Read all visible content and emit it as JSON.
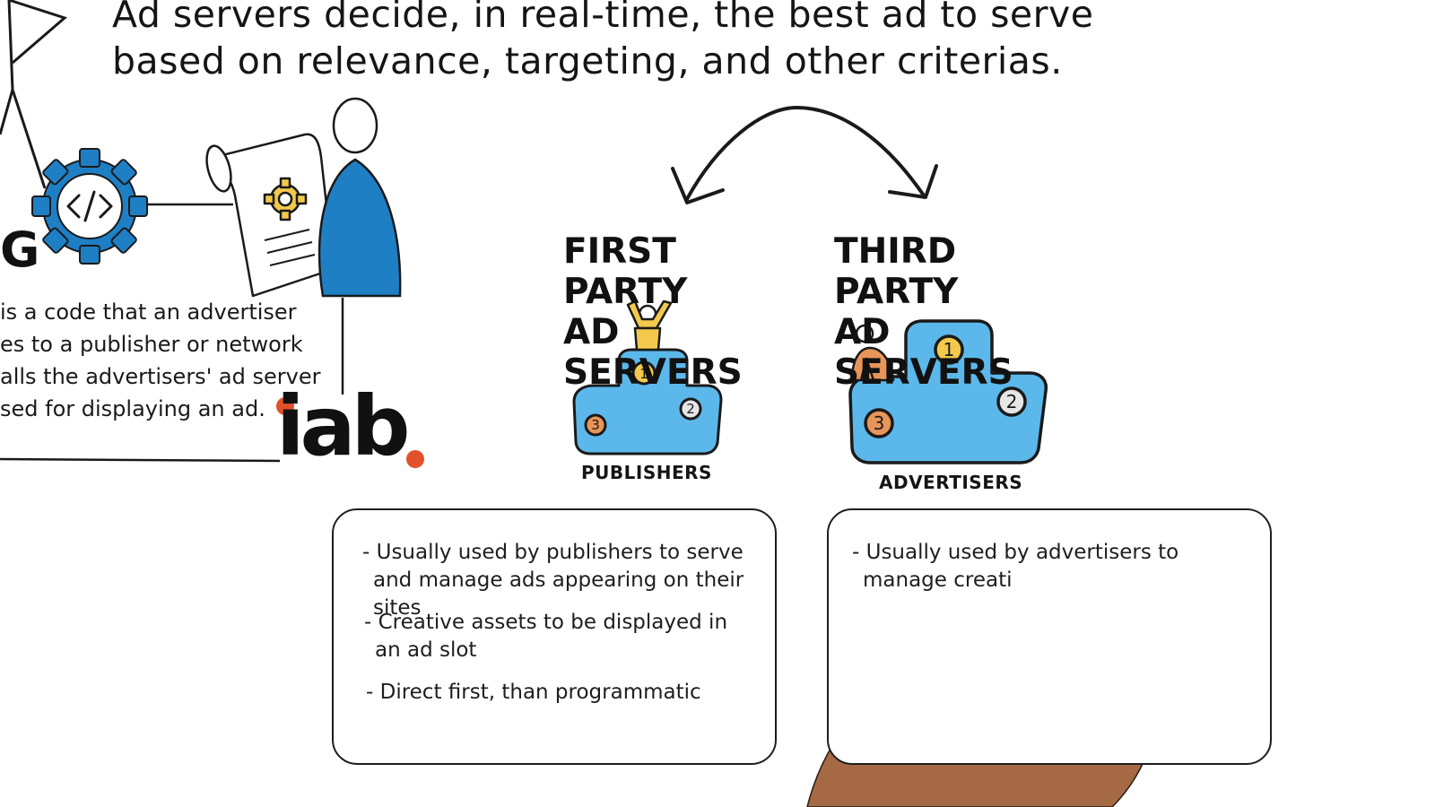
{
  "headline": {
    "line1": "Ad servers decide, in real-time, the best ad to serve",
    "line2": "based on relevance, targeting, and other criterias."
  },
  "ad_tag": {
    "heading_fragment": "G",
    "lines": [
      "is a code that an advertiser",
      "es to a publisher or network",
      "alls the advertisers' ad server",
      "sed for displaying an ad."
    ],
    "logo_text": "iab",
    "logo_dot_color": "#e2522a"
  },
  "first_party": {
    "title_line1": "FIRST PARTY",
    "title_line2": "AD SERVERS",
    "podium_label": "PUBLISHERS",
    "podium_numbers": [
      "1",
      "2",
      "3"
    ],
    "notes": [
      "- Usually used by publishers to serve and manage ads appearing on their sites",
      "- Creative assets to be displayed in an ad slot",
      "- Direct first, than programmatic"
    ]
  },
  "third_party": {
    "title_line1": "THIRD PARTY",
    "title_line2": "AD SERVERS",
    "podium_label": "ADVERTISERS",
    "podium_numbers": [
      "1",
      "2",
      "3"
    ],
    "notes": [
      "- Usually used by advertisers to manage creati"
    ]
  },
  "colors": {
    "icon_blue": "#1f7fc4",
    "podium_blue": "#5cb8ea",
    "medal_gold": "#f2c94c",
    "medal_bronze": "#e8955a",
    "medal_silver": "#e6e6e6",
    "accent_orange": "#e2522a"
  },
  "icons": [
    "code-gear-icon",
    "document-gear-icon",
    "person-icon",
    "curved-double-arrow-icon",
    "podium-icon",
    "winner-figure-icon",
    "marker-hand-icon"
  ]
}
